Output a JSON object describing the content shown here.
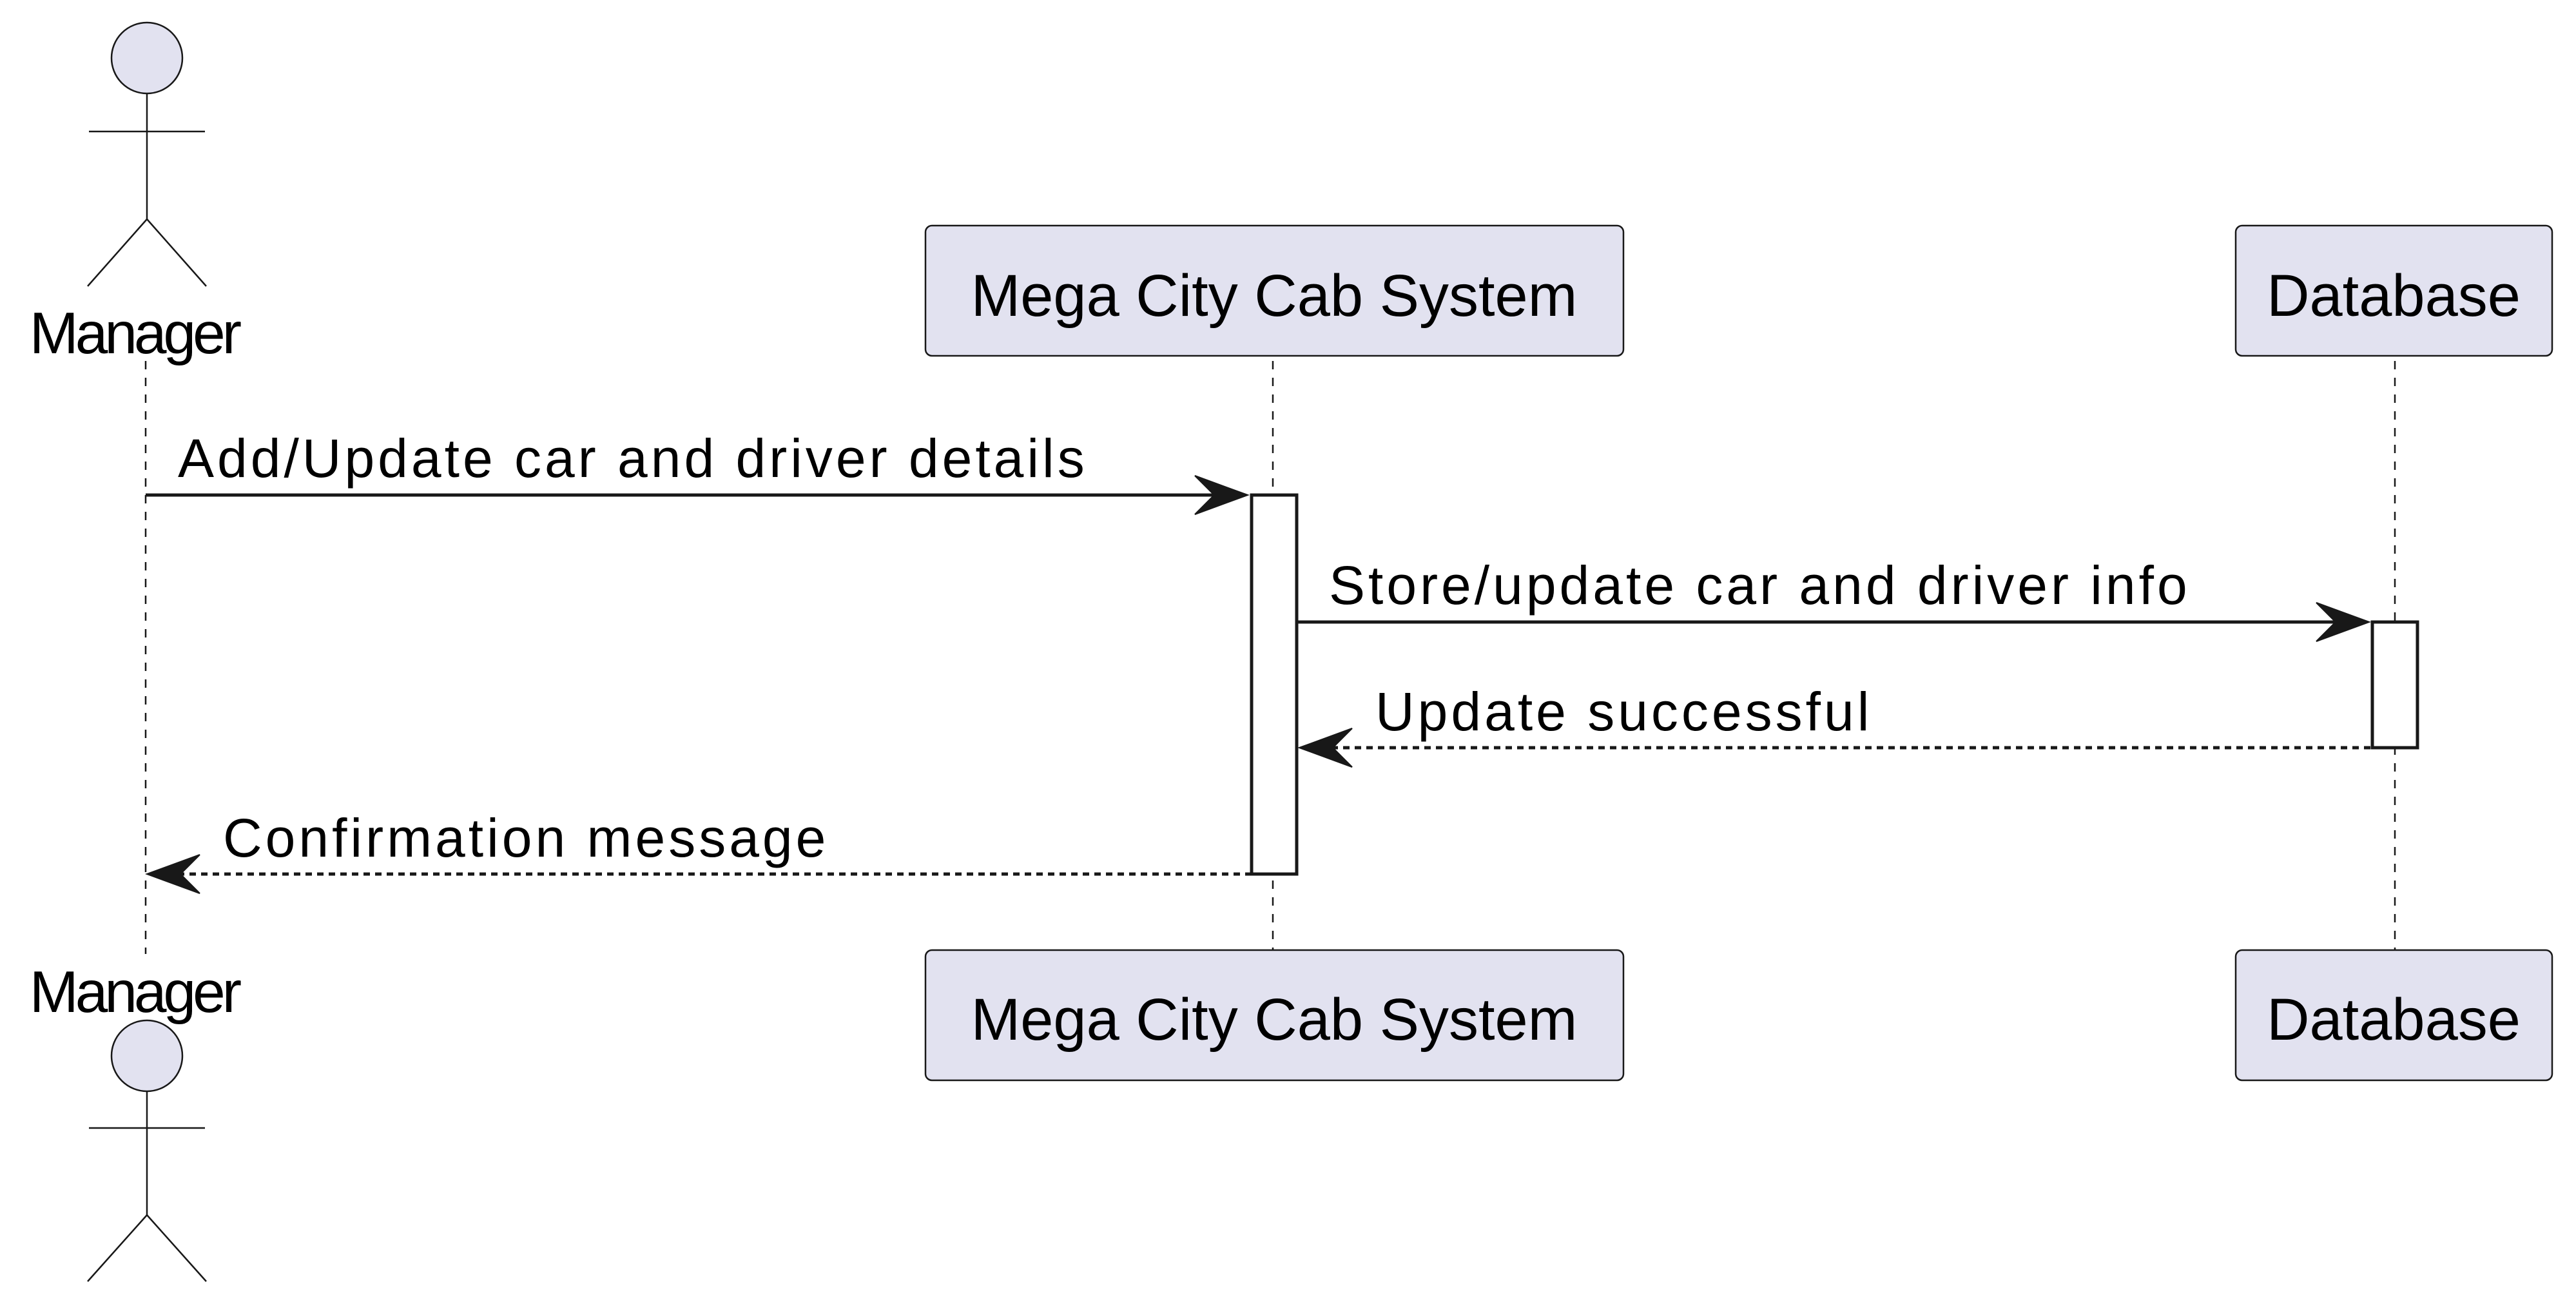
{
  "participants": {
    "manager": {
      "label": "Manager",
      "kind": "actor"
    },
    "system": {
      "label": "Mega City Cab System",
      "kind": "participant"
    },
    "database": {
      "label": "Database",
      "kind": "participant"
    }
  },
  "messages": [
    {
      "from": "Manager",
      "to": "Mega City Cab System",
      "label": "Add/Update car and driver details",
      "style": "solid"
    },
    {
      "from": "Mega City Cab System",
      "to": "Database",
      "label": "Store/update car and driver info",
      "style": "solid"
    },
    {
      "from": "Database",
      "to": "Mega City Cab System",
      "label": "Update successful",
      "style": "dashed"
    },
    {
      "from": "Mega City Cab System",
      "to": "Manager",
      "label": "Confirmation message",
      "style": "dashed"
    }
  ],
  "colors": {
    "participant_fill": "#E2E2F0",
    "line": "#181818",
    "background": "#FFFFFF"
  }
}
